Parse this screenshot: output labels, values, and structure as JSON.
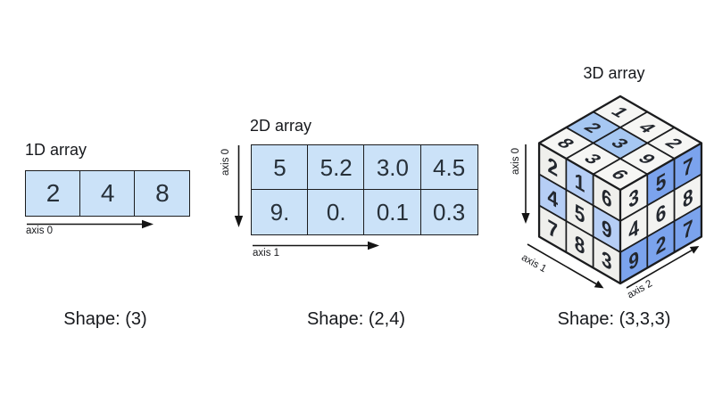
{
  "colors": {
    "cell_fill": "#cbe2f8",
    "border": "#1b1c1e",
    "text_dark": "#17191d",
    "text_num": "#273039",
    "arrow": "#141414",
    "cube_white_top": "#f6f6f4",
    "cube_white_left": "#efefec",
    "cube_white_right": "#f3f3f1",
    "cube_hl_top": "#a6c7f2",
    "cube_hl_left": "#b6cef5",
    "cube_hl_right": "#7ba3ed",
    "cube_num": "#23272e"
  },
  "array1d": {
    "title": "1D array",
    "cells": [
      "2",
      "4",
      "8"
    ],
    "axis0": "axis 0",
    "shape": "Shape: (3)"
  },
  "array2d": {
    "title": "2D array",
    "rows": [
      [
        "5",
        "5.2",
        "3.0",
        "4.5"
      ],
      [
        "9.",
        "0.",
        "0.1",
        "0.3"
      ]
    ],
    "axis0": "axis 0",
    "axis1": "axis 1",
    "shape": "Shape: (2,4)"
  },
  "array3d": {
    "title": "3D array",
    "axis0": "axis 0",
    "axis1": "axis 1",
    "axis2": "axis 2",
    "shape": "Shape: (3,3,3)",
    "cube": {
      "top": [
        [
          "1",
          "4",
          "2"
        ],
        [
          "2",
          "3",
          "9"
        ],
        [
          "8",
          "3",
          "6"
        ]
      ],
      "top_highlights": [
        [
          1,
          0
        ],
        [
          1,
          1
        ]
      ],
      "left": [
        [
          "2",
          "1",
          "6"
        ],
        [
          "4",
          "5",
          "9"
        ],
        [
          "7",
          "8",
          "3"
        ]
      ],
      "left_highlights": [
        [
          0,
          1
        ],
        [
          1,
          0
        ],
        [
          1,
          2
        ]
      ],
      "right": [
        [
          "3",
          "5",
          "7"
        ],
        [
          "4",
          "6",
          "8"
        ],
        [
          "9",
          "2",
          "7"
        ]
      ],
      "right_highlights": [
        [
          0,
          1
        ],
        [
          0,
          2
        ],
        [
          2,
          0
        ],
        [
          2,
          1
        ],
        [
          2,
          2
        ]
      ]
    }
  }
}
